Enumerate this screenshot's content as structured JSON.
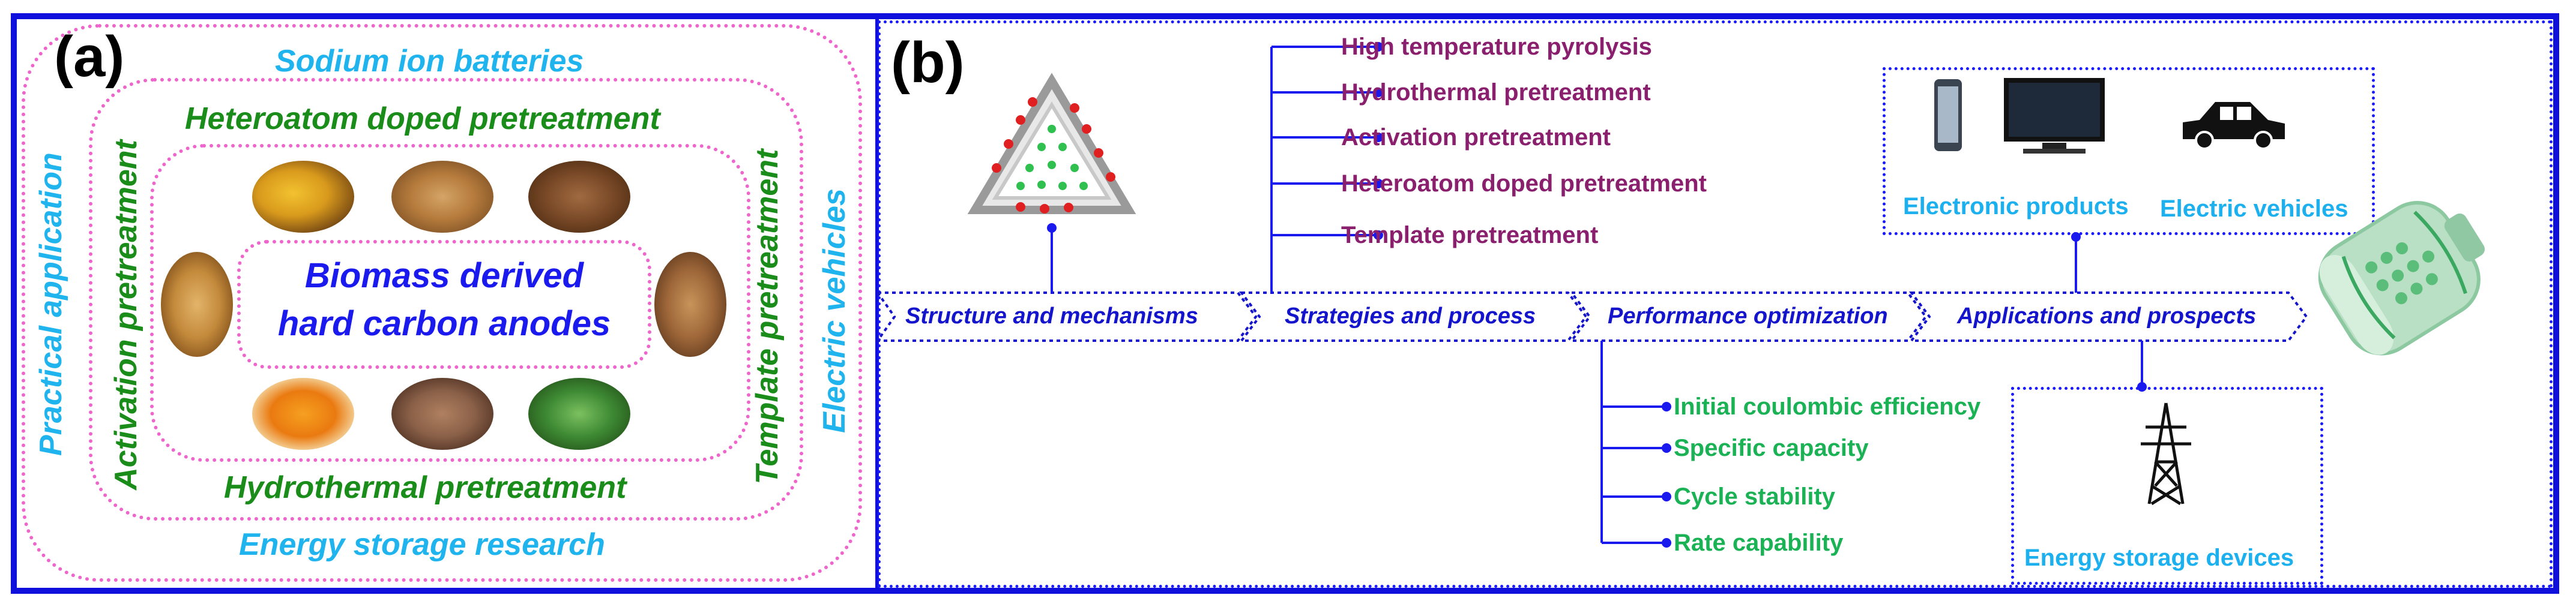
{
  "panel_a": {
    "label": "(a)",
    "outer_top": "Sodium ion batteries",
    "outer_bottom": "Energy storage research",
    "outer_left": "Practical application",
    "outer_right": "Electric vehicles",
    "mid_top": "Heteroatom doped pretreatment",
    "mid_bottom": "Hydrothermal pretreatment",
    "mid_left": "Activation pretreatment",
    "mid_right": "Template pretreatment",
    "center_line1": "Biomass derived",
    "center_line2": "hard carbon anodes"
  },
  "panel_b": {
    "label": "(b)",
    "flow": [
      "Structure and mechanisms",
      "Strategies and process",
      "Performance optimization",
      "Applications and prospects"
    ],
    "strategies": [
      "High temperature pyrolysis",
      "Hydrothermal pretreatment",
      "Activation pretreatment",
      "Heteroatom doped pretreatment",
      "Template pretreatment"
    ],
    "performance": [
      "Initial coulombic efficiency",
      "Specific capacity",
      "Cycle stability",
      "Rate capability"
    ],
    "applications": {
      "electronic": "Electronic products",
      "vehicles": "Electric vehicles",
      "storage": "Energy storage devices"
    }
  },
  "colors": {
    "frame": "#1010dd",
    "pink_dots": "#ee66cc",
    "cyan_text": "#20b4ee",
    "green_text": "#1a8c1a",
    "center_text": "#1a1aee",
    "strategy_text": "#8a1f6e",
    "performance_text": "#1bb255",
    "flow_text": "#1414cc"
  },
  "icons": [
    "smartphone-icon",
    "television-icon",
    "car-icon",
    "power-tower-icon",
    "battery-icon",
    "hard-carbon-structure-icon"
  ]
}
